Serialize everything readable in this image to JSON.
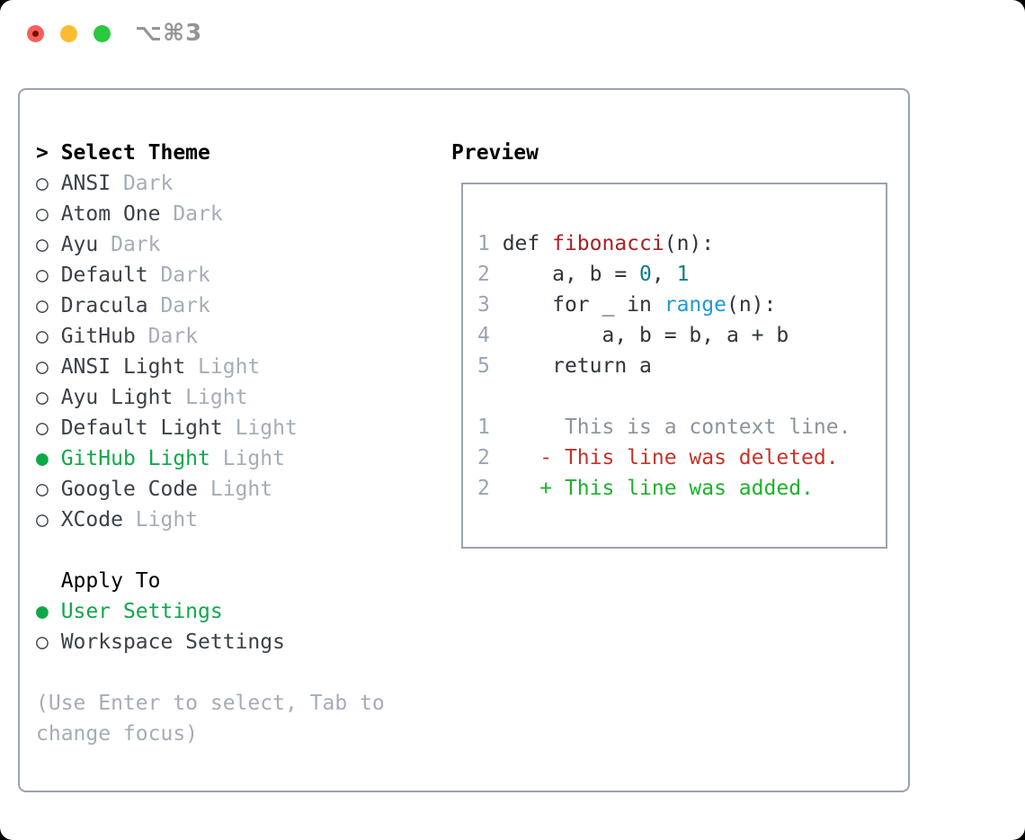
{
  "titlebar": {
    "shortcut": "⌥⌘3"
  },
  "colors": {
    "tl_red": "#f4605a",
    "tl_red_dot": "#7c0c0c",
    "tl_yellow": "#fdbc30",
    "tl_green": "#2bc840",
    "shortcut_text": "#90969c",
    "panel_border": "#9aa3af",
    "header_text": "#000000",
    "item_text": "#3a4149",
    "variant_text": "#a4adb8",
    "selected_green": "#0ea84b",
    "help_text": "#a4adb8",
    "line_number": "#9aa5b3",
    "code_default": "#2e353c",
    "function_name": "#a82124",
    "number_literal": "#0d7e88",
    "builtin": "#1e9ad6",
    "context_line": "#8b949d",
    "deleted_line": "#c5342b",
    "added_line": "#1cb32b"
  },
  "selector": {
    "header_prefix": "> ",
    "header_label": "Select Theme",
    "radio_selected_glyph": "● ",
    "radio_unselected_glyph": "○ ",
    "themes": [
      {
        "name": "ANSI",
        "variant": "Dark",
        "selected": false
      },
      {
        "name": "Atom One",
        "variant": "Dark",
        "selected": false
      },
      {
        "name": "Ayu",
        "variant": "Dark",
        "selected": false
      },
      {
        "name": "Default",
        "variant": "Dark",
        "selected": false
      },
      {
        "name": "Dracula",
        "variant": "Dark",
        "selected": false
      },
      {
        "name": "GitHub",
        "variant": "Dark",
        "selected": false
      },
      {
        "name": "ANSI Light",
        "variant": "Light",
        "selected": false
      },
      {
        "name": "Ayu Light",
        "variant": "Light",
        "selected": false
      },
      {
        "name": "Default Light",
        "variant": "Light",
        "selected": false
      },
      {
        "name": "GitHub Light",
        "variant": "Light",
        "selected": true
      },
      {
        "name": "Google Code",
        "variant": "Light",
        "selected": false
      },
      {
        "name": "XCode",
        "variant": "Light",
        "selected": false
      }
    ],
    "apply_to_label": "Apply To",
    "apply_options": [
      {
        "name": "User Settings",
        "selected": true
      },
      {
        "name": "Workspace Settings",
        "selected": false
      }
    ],
    "help_line1": "(Use Enter to select, Tab to",
    "help_line2": "change focus)"
  },
  "preview": {
    "title": "Preview",
    "code_lines": [
      {
        "num": "1",
        "segments": [
          {
            "text": "def ",
            "style": "code"
          },
          {
            "text": "fibonacci",
            "style": "function"
          },
          {
            "text": "(n):",
            "style": "code"
          }
        ]
      },
      {
        "num": "2",
        "segments": [
          {
            "text": "    a, b = ",
            "style": "code"
          },
          {
            "text": "0",
            "style": "number"
          },
          {
            "text": ", ",
            "style": "code"
          },
          {
            "text": "1",
            "style": "number"
          }
        ]
      },
      {
        "num": "3",
        "segments": [
          {
            "text": "    for _ in ",
            "style": "code"
          },
          {
            "text": "range",
            "style": "builtin"
          },
          {
            "text": "(n):",
            "style": "code"
          }
        ]
      },
      {
        "num": "4",
        "segments": [
          {
            "text": "        a, b = b, a + b",
            "style": "code"
          }
        ]
      },
      {
        "num": "5",
        "segments": [
          {
            "text": "    return a",
            "style": "code"
          }
        ]
      },
      {
        "num": "",
        "segments": []
      },
      {
        "num": "1",
        "segments": [
          {
            "text": "     This is a context line.",
            "style": "context"
          }
        ]
      },
      {
        "num": "2",
        "segments": [
          {
            "text": "   - This line was deleted.",
            "style": "deleted"
          }
        ]
      },
      {
        "num": "2",
        "segments": [
          {
            "text": "   + This line was added.",
            "style": "added"
          }
        ]
      }
    ]
  }
}
